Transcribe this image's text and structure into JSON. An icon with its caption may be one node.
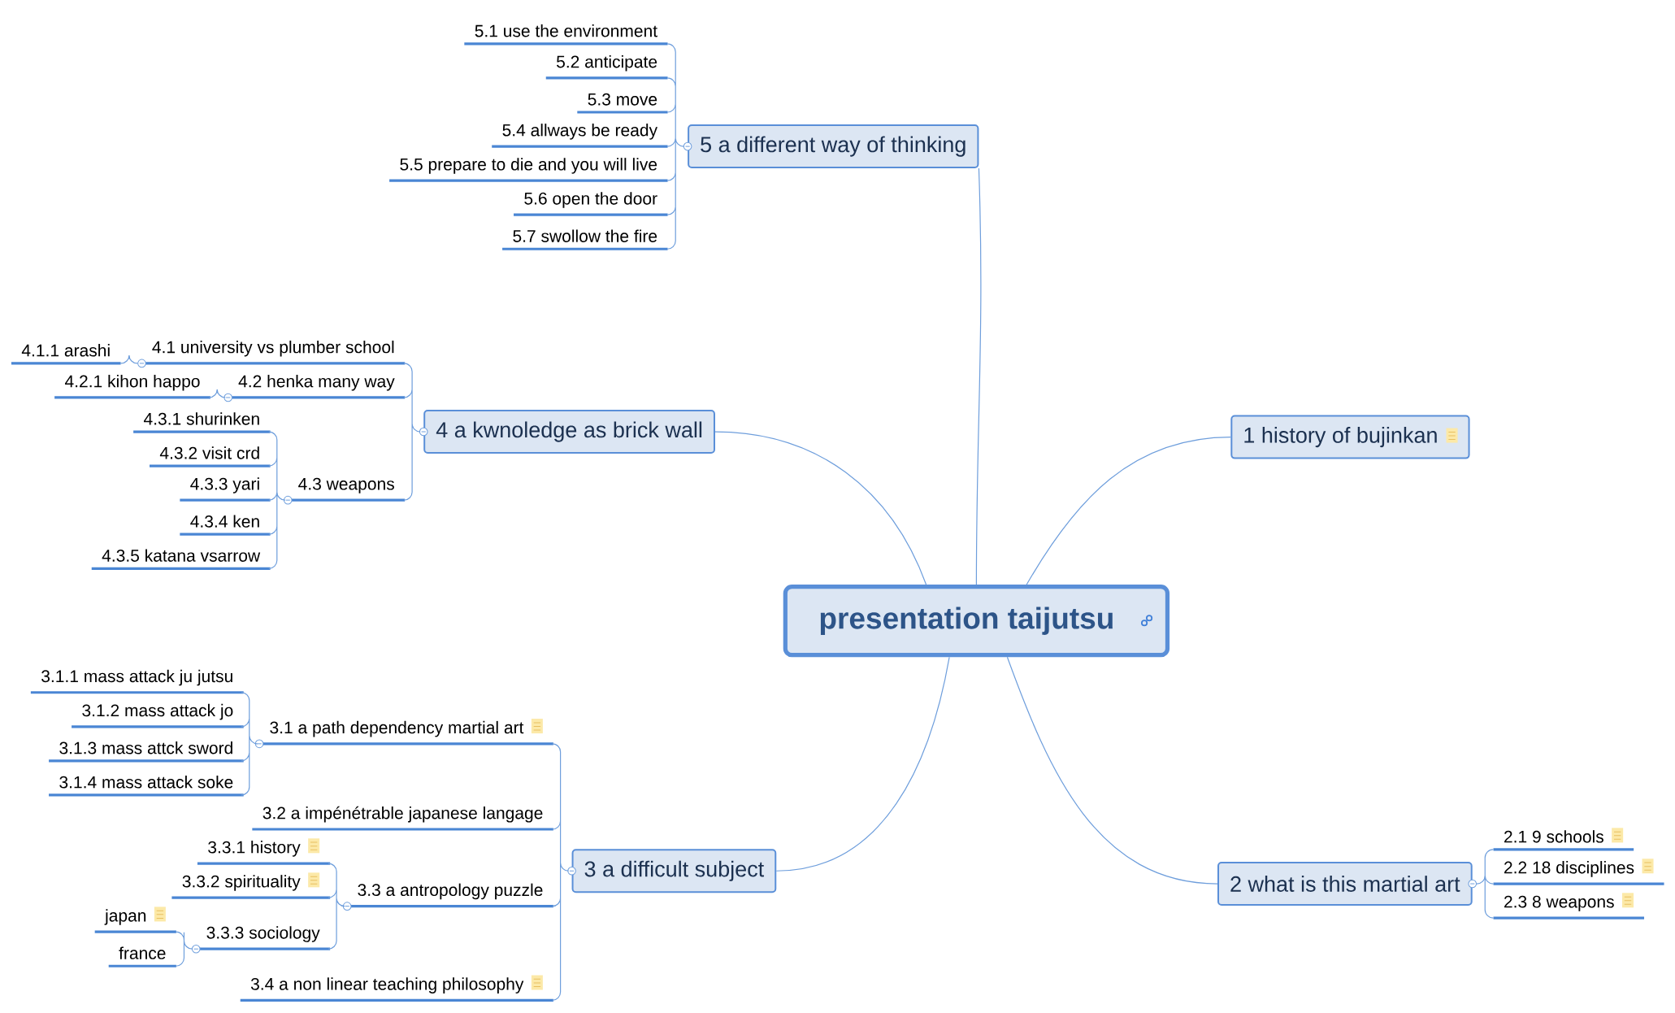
{
  "diagram": {
    "nodes": [
      {
        "text": [
          "presentation taijutsu"
        ]
      },
      {
        "text": [
          "1 history of bujinkan"
        ]
      },
      {
        "text": [
          "2 what is this martial art"
        ]
      },
      {
        "text": [
          "2.1 9 schools"
        ]
      },
      {
        "text": [
          "2.2 18 disciplines"
        ]
      },
      {
        "text": [
          "2.3 8 weapons"
        ]
      },
      {
        "text": [
          "3 a difficult subject"
        ]
      },
      {
        "text": [
          "3.1 a path dependency martial art"
        ]
      },
      {
        "text": [
          "3.1.1 mass attack ju jutsu"
        ]
      },
      {
        "text": [
          "3.1.2 mass attack jo"
        ]
      },
      {
        "text": [
          "3.1.3 mass attck sword"
        ]
      },
      {
        "text": [
          "3.1.4 mass attack soke"
        ]
      },
      {
        "text": [
          "3.2 a impénétrable japanese langage"
        ]
      },
      {
        "text": [
          "3.3 a antropology puzzle"
        ]
      },
      {
        "text": [
          "3.3.1 history"
        ]
      },
      {
        "text": [
          "3.3.2 spirituality"
        ]
      },
      {
        "text": [
          "3.3.3 sociology"
        ]
      },
      {
        "text": [
          "japan"
        ]
      },
      {
        "text": [
          "france"
        ]
      },
      {
        "text": [
          "3.4 a non linear teaching philosophy"
        ]
      },
      {
        "text": [
          "4 a kwnoledge as  brick wall"
        ]
      },
      {
        "text": [
          "4.1 university vs plumber school"
        ]
      },
      {
        "text": [
          "4.1.1 arashi"
        ]
      },
      {
        "text": [
          "4.2 henka many way"
        ]
      },
      {
        "text": [
          "4.2.1 kihon happo"
        ]
      },
      {
        "text": [
          "4.3 weapons"
        ]
      },
      {
        "text": [
          "4.3.1 shurinken"
        ]
      },
      {
        "text": [
          "4.3.2 visit crd"
        ]
      },
      {
        "text": [
          "4.3.3 yari"
        ]
      },
      {
        "text": [
          "4.3.4 ken"
        ]
      },
      {
        "text": [
          "4.3.5 katana vsarrow"
        ]
      },
      {
        "text": [
          "5 a different way of thinking"
        ]
      },
      {
        "text": [
          "5.1 use the environment"
        ]
      },
      {
        "text": [
          "5.2 anticipate"
        ]
      },
      {
        "text": [
          "5.3 move"
        ]
      },
      {
        "text": [
          "5.4 allways be ready"
        ]
      },
      {
        "text": [
          "5.5 prepare to die and you will live"
        ]
      },
      {
        "text": [
          "5.6 open the door"
        ]
      },
      {
        "text": [
          "5.7 swollow the fire"
        ]
      }
    ],
    "edges": [
      {
        "from": 0,
        "to": 1,
        "arrow": "none"
      },
      {
        "from": 0,
        "to": 2,
        "arrow": "none"
      },
      {
        "from": 2,
        "to": 3,
        "arrow": "none"
      },
      {
        "from": 2,
        "to": 4,
        "arrow": "none"
      },
      {
        "from": 2,
        "to": 5,
        "arrow": "none"
      },
      {
        "from": 0,
        "to": 6,
        "arrow": "none"
      },
      {
        "from": 6,
        "to": 7,
        "arrow": "none"
      },
      {
        "from": 7,
        "to": 8,
        "arrow": "none"
      },
      {
        "from": 7,
        "to": 9,
        "arrow": "none"
      },
      {
        "from": 7,
        "to": 10,
        "arrow": "none"
      },
      {
        "from": 7,
        "to": 11,
        "arrow": "none"
      },
      {
        "from": 6,
        "to": 12,
        "arrow": "none"
      },
      {
        "from": 6,
        "to": 13,
        "arrow": "none"
      },
      {
        "from": 13,
        "to": 14,
        "arrow": "none"
      },
      {
        "from": 13,
        "to": 15,
        "arrow": "none"
      },
      {
        "from": 13,
        "to": 16,
        "arrow": "none"
      },
      {
        "from": 16,
        "to": 17,
        "arrow": "none"
      },
      {
        "from": 16,
        "to": 18,
        "arrow": "none"
      },
      {
        "from": 6,
        "to": 19,
        "arrow": "none"
      },
      {
        "from": 0,
        "to": 20,
        "arrow": "none"
      },
      {
        "from": 20,
        "to": 21,
        "arrow": "none"
      },
      {
        "from": 21,
        "to": 22,
        "arrow": "none"
      },
      {
        "from": 20,
        "to": 23,
        "arrow": "none"
      },
      {
        "from": 23,
        "to": 24,
        "arrow": "none"
      },
      {
        "from": 20,
        "to": 25,
        "arrow": "none"
      },
      {
        "from": 25,
        "to": 26,
        "arrow": "none"
      },
      {
        "from": 25,
        "to": 27,
        "arrow": "none"
      },
      {
        "from": 25,
        "to": 28,
        "arrow": "none"
      },
      {
        "from": 25,
        "to": 29,
        "arrow": "none"
      },
      {
        "from": 25,
        "to": 30,
        "arrow": "none"
      },
      {
        "from": 0,
        "to": 31,
        "arrow": "none"
      },
      {
        "from": 31,
        "to": 32,
        "arrow": "none"
      },
      {
        "from": 31,
        "to": 33,
        "arrow": "none"
      },
      {
        "from": 31,
        "to": 34,
        "arrow": "none"
      },
      {
        "from": 31,
        "to": 35,
        "arrow": "none"
      },
      {
        "from": 31,
        "to": 36,
        "arrow": "none"
      },
      {
        "from": 31,
        "to": 37,
        "arrow": "none"
      },
      {
        "from": 31,
        "to": 38,
        "arrow": "none"
      }
    ]
  }
}
